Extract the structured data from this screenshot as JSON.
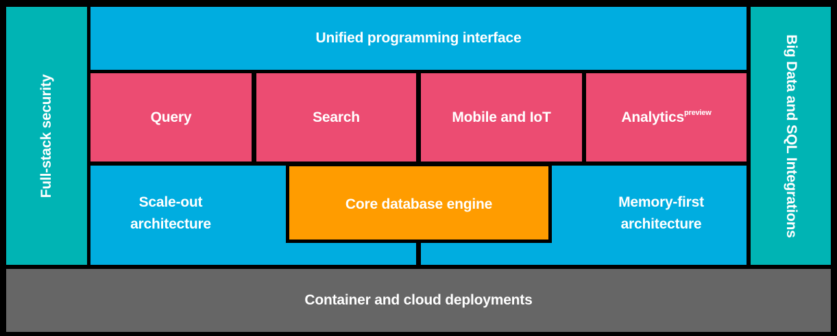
{
  "diagram": {
    "left_pillar": "Full-stack security",
    "right_pillar": "Big Data and SQL Integrations",
    "top_bar": "Unified programming interface",
    "services": [
      {
        "label": "Query",
        "sup": ""
      },
      {
        "label": "Search",
        "sup": ""
      },
      {
        "label": "Mobile and IoT",
        "sup": ""
      },
      {
        "label": "Analytics",
        "sup": "preview"
      }
    ],
    "scale_out": [
      "Scale-out",
      "architecture"
    ],
    "core": "Core database engine",
    "memory_first": [
      "Memory-first",
      "architecture"
    ],
    "bottom_bar": "Container and cloud deployments"
  },
  "colors": {
    "teal": "#00b4b4",
    "blue": "#00ade0",
    "pink": "#ec4c72",
    "orange": "#ff9c00",
    "gray": "#666666",
    "background": "#000000",
    "text": "#ffffff"
  }
}
